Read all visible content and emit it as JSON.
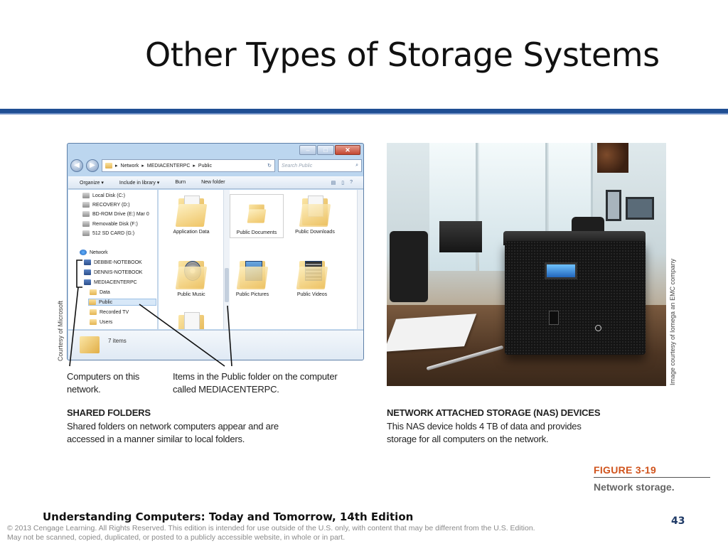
{
  "slide": {
    "title": "Other Types of Storage Systems",
    "page_number": "43",
    "footer_book": "Understanding Computers: Today and Tomorrow, 14th Edition",
    "copyright_line1": "© 2013 Cengage Learning. All Rights Reserved. This edition is intended for use outside of the U.S. only, with content that may be different from the U.S. Edition.",
    "copyright_line2": "May not be scanned, copied, duplicated, or posted to a publicly accessible website, in whole or in part."
  },
  "colors": {
    "title_rule": "#1f4e93",
    "figure_label": "#d0541d",
    "page_number": "#1f3a66"
  },
  "explorer": {
    "breadcrumb": [
      "Network",
      "MEDIACENTERPC",
      "Public"
    ],
    "search_placeholder": "Search Public",
    "toolbar": [
      "Organize ▾",
      "Include in library ▾",
      "Burn",
      "New folder"
    ],
    "nav_items": [
      {
        "label": "Local Disk (C:)",
        "icon": "drive-icon"
      },
      {
        "label": "RECOVERY (D:)",
        "icon": "drive-icon"
      },
      {
        "label": "BD-ROM Drive (E:) Mar 0",
        "icon": "disc-drive-icon"
      },
      {
        "label": "Removable Disk (F:)",
        "icon": "removable-drive-icon"
      },
      {
        "label": "512 SD CARD (G:)",
        "icon": "sd-card-icon"
      },
      {
        "label": "Network",
        "icon": "network-icon"
      },
      {
        "label": "DEBBIE-NOTEBOOK",
        "icon": "computer-icon"
      },
      {
        "label": "DENNIS-NOTEBOOK",
        "icon": "computer-icon"
      },
      {
        "label": "MEDIACENTERPC",
        "icon": "computer-icon"
      },
      {
        "label": "Data",
        "icon": "shared-folder-icon"
      },
      {
        "label": "Public",
        "icon": "shared-folder-icon"
      },
      {
        "label": "Recorded TV",
        "icon": "shared-folder-icon"
      },
      {
        "label": "Users",
        "icon": "shared-folder-icon"
      }
    ],
    "files": [
      {
        "label": "Application Data",
        "icon": "folder-icon"
      },
      {
        "label": "Public Documents",
        "icon": "documents-folder-icon"
      },
      {
        "label": "Public Downloads",
        "icon": "downloads-folder-icon"
      },
      {
        "label": "Public Music",
        "icon": "music-folder-icon"
      },
      {
        "label": "Public Pictures",
        "icon": "pictures-folder-icon"
      },
      {
        "label": "Public Videos",
        "icon": "videos-folder-icon"
      }
    ],
    "status": "7 items"
  },
  "credits": {
    "microsoft": "Courtesy of Microsoft",
    "iomega": "Image courtesy of Iomega an EMC company"
  },
  "callouts": {
    "computers": "Computers on this network.",
    "items": "Items in the Public folder on the computer called MEDIACENTERPC."
  },
  "captions": {
    "shared_head": "SHARED FOLDERS",
    "shared_body": "Shared folders on network computers appear and are accessed in a manner similar to local folders.",
    "nas_head": "NETWORK ATTACHED STORAGE (NAS) DEVICES",
    "nas_body": "This NAS device holds 4 TB of data and provides storage for all computers on the network."
  },
  "figure": {
    "label": "FIGURE 3-19",
    "caption": "Network storage."
  }
}
